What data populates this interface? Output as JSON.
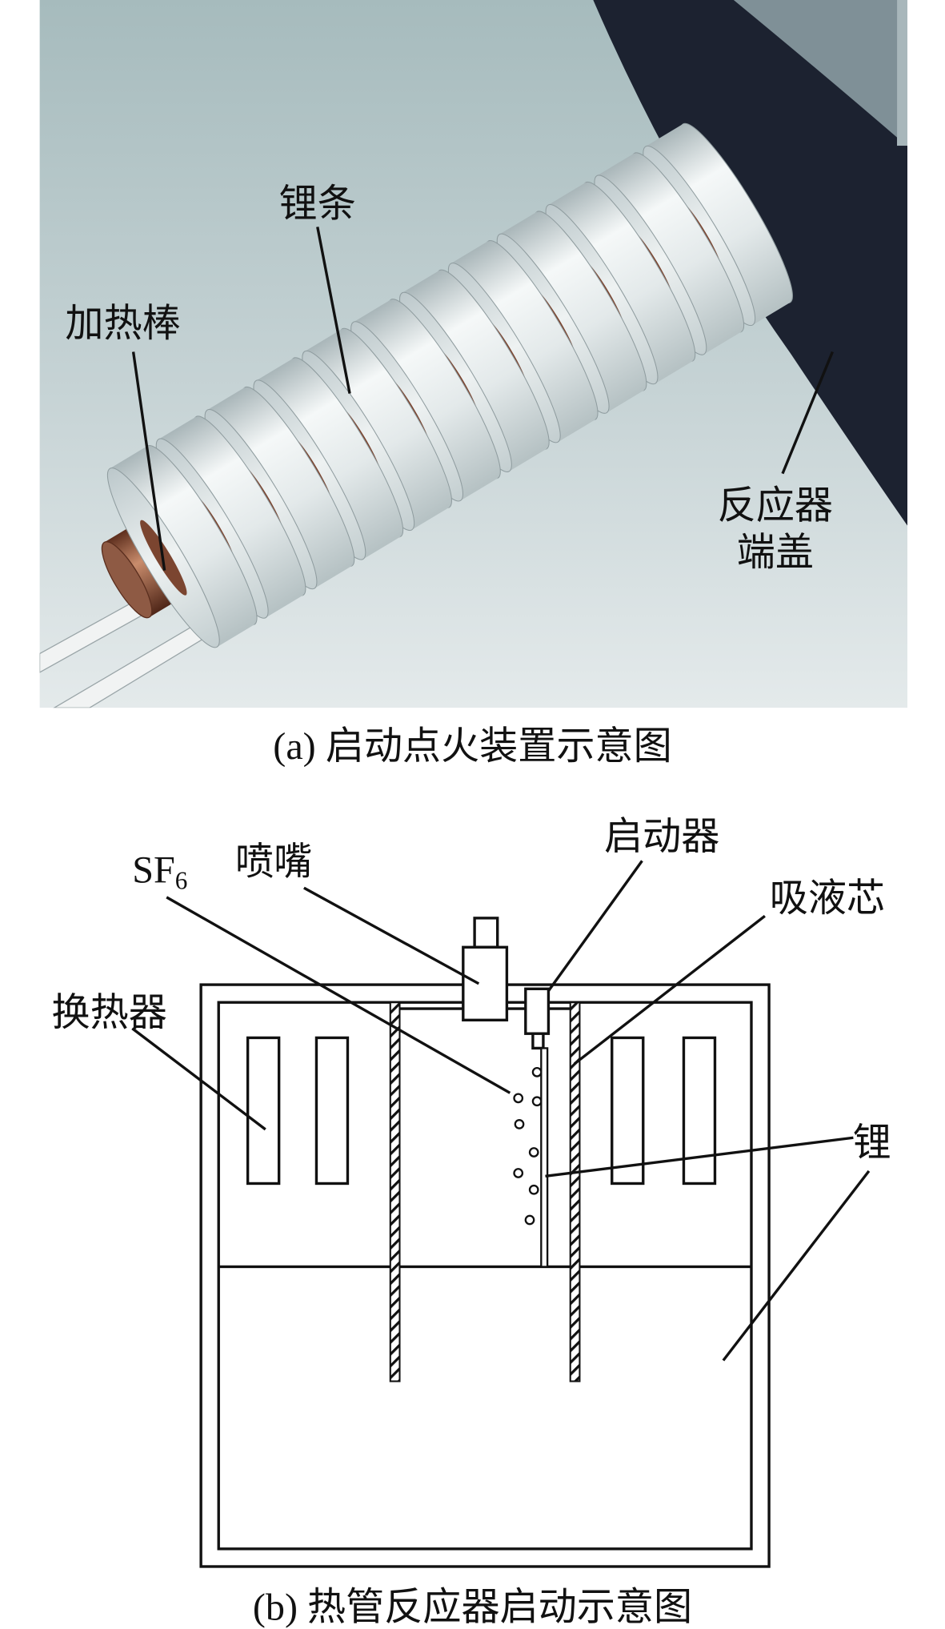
{
  "panel_a": {
    "caption": "(a) 启动点火装置示意图",
    "labels": {
      "lithium_strip": "锂条",
      "heating_rod": "加热棒",
      "end_cap_line1": "反应器",
      "end_cap_line2": "端盖"
    }
  },
  "panel_b": {
    "caption": "(b) 热管反应器启动示意图",
    "labels": {
      "sf_main": "SF",
      "sf_subscript": "6",
      "nozzle": "喷嘴",
      "starter": "启动器",
      "wick": "吸液芯",
      "heat_exchanger": "换热器",
      "lithium": "锂"
    }
  },
  "colors": {
    "plate_dark": "#1c2230",
    "plate_rim": "#7f9097",
    "copper": "#b87358",
    "line": "#111111"
  }
}
